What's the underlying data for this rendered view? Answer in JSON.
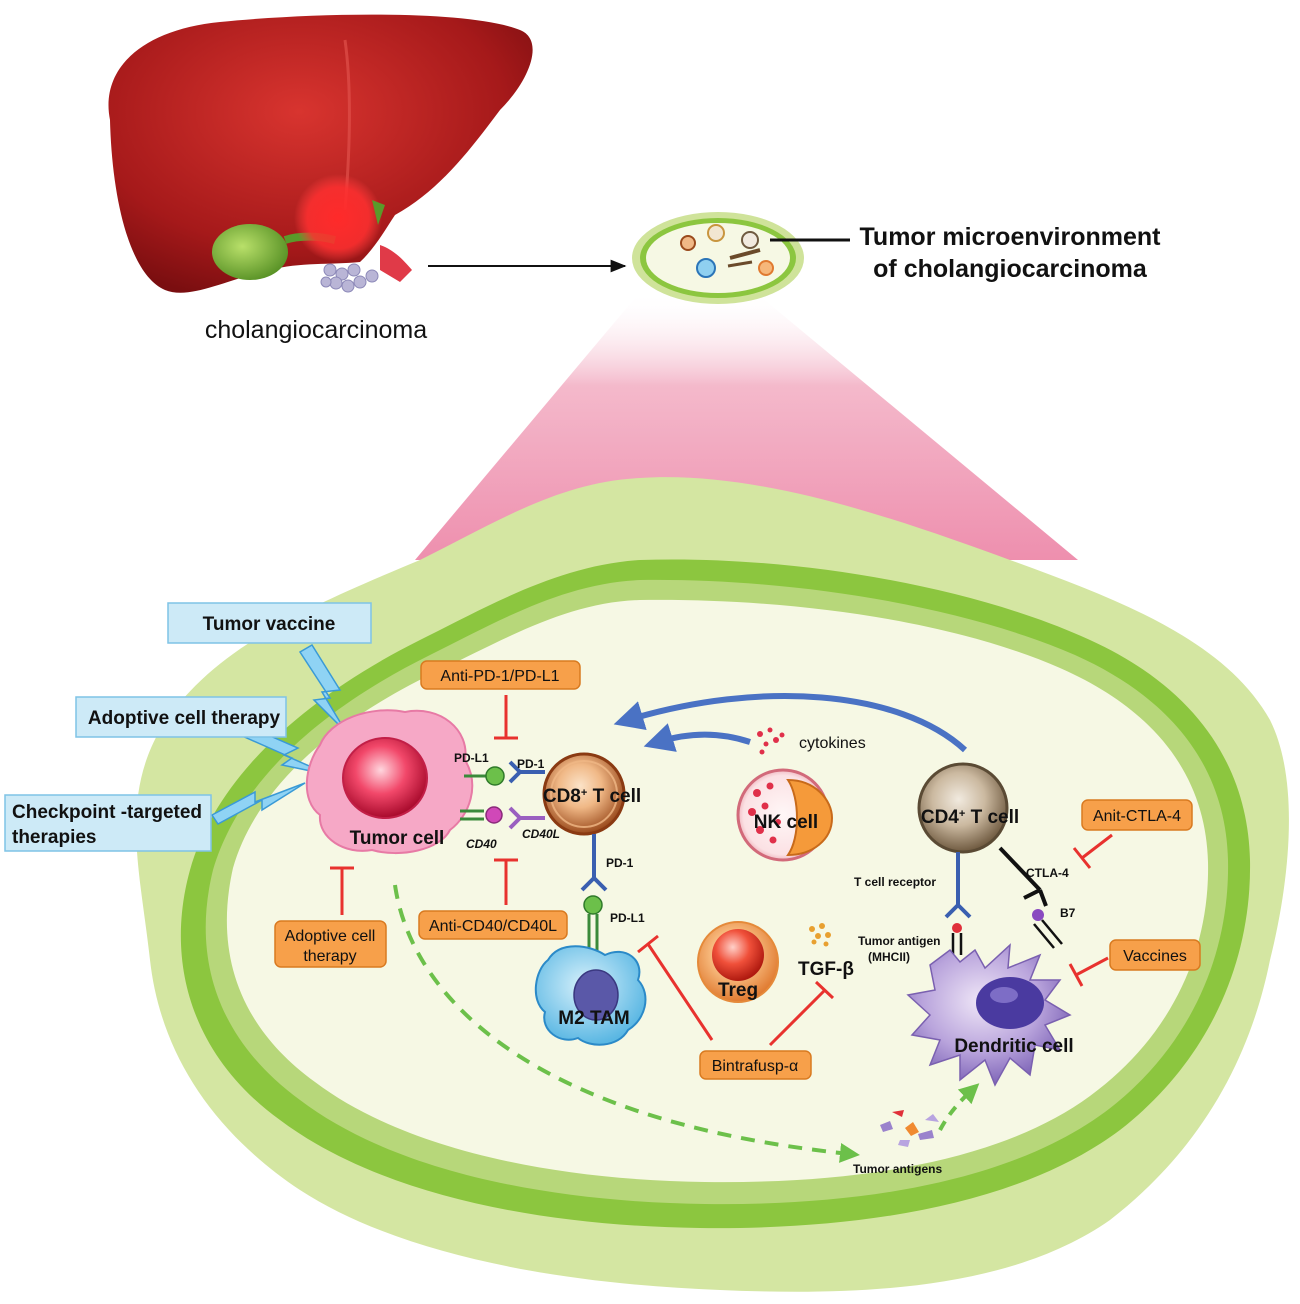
{
  "overview": {
    "organ_label": "cholangiocarcinoma",
    "tme_title_line1": "Tumor microenvironment",
    "tme_title_line2": "of cholangiocarcinoma"
  },
  "therapy_boxes": {
    "tumor_vaccine": "Tumor vaccine",
    "adoptive_cell_therapy": "Adoptive cell therapy",
    "checkpoint_line1": "Checkpoint -targeted",
    "checkpoint_line2": "therapies"
  },
  "cells": {
    "tumor_cell": "Tumor cell",
    "cd8_prefix": "CD8",
    "cd8_suffix": " T cell",
    "nk_cell": "NK cell",
    "cd4_prefix": "CD4",
    "cd4_suffix": " T cell",
    "m2_tam": "M2 TAM",
    "treg": "Treg",
    "dendritic_cell": "Dendritic cell",
    "plus_sign": "+"
  },
  "molecules": {
    "pd_l1_tumor": "PD-L1",
    "pd_1_cd8": "PD-1",
    "cd40": "CD40",
    "cd40l": "CD40L",
    "pd_1_lower": "PD-1",
    "pd_l1_tam": "PD-L1",
    "cytokines": "cytokines",
    "tgf_beta": "TGF-β",
    "t_cell_receptor": "T cell receptor",
    "tumor_antigen_mhcii_line1": "Tumor antigen",
    "tumor_antigen_mhcii_line2": "(MHCII)",
    "ctla_4": "CTLA-4",
    "b7": "B7",
    "tumor_antigens": "Tumor antigens"
  },
  "drug_boxes": {
    "anti_pd1": "Anti-PD-1/PD-L1",
    "anti_cd40": "Anti-CD40/CD40L",
    "adoptive_line1": "Adoptive cell",
    "adoptive_line2": "therapy",
    "bintrafusp": "Bintrafusp-α",
    "anti_ctla4": "Anit-CTLA-4",
    "vaccines": "Vaccines"
  },
  "colors": {
    "orange_box": "#f7a04a",
    "blue_box": "#cdeaf7",
    "green_outer": "#cfe39a",
    "green_mid": "#8cc63f",
    "green_inner": "#f6f8e4",
    "arrow_blue": "#4a72c4",
    "inhibit_red": "#e8322e",
    "liver_red": "#b8201e",
    "pink_cone": "#f2a8bd"
  }
}
